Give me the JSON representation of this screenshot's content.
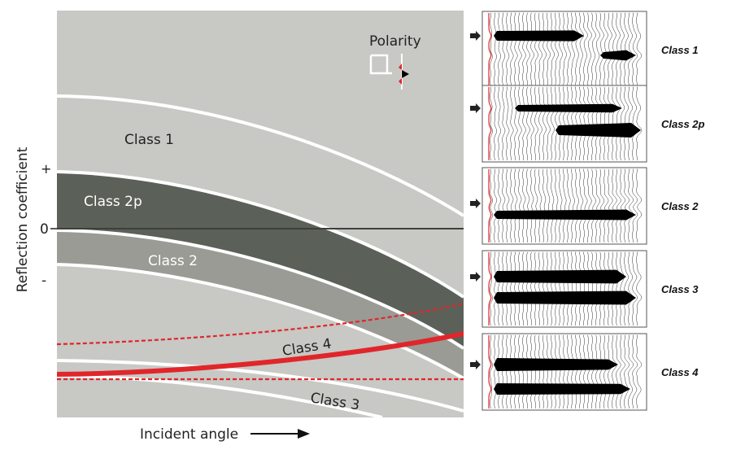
{
  "diagram": {
    "polarity_label": "Polarity",
    "class_labels": {
      "class1": "Class 1",
      "class2p": "Class 2p",
      "class2": "Class 2",
      "class3": "Class 3",
      "class4": "Class 4"
    },
    "y_axis_label": "Reflection coefficient",
    "y_ticks": {
      "plus": "+",
      "zero": "0",
      "minus": "-"
    },
    "x_axis_label": "Incident angle"
  },
  "seismic_panels": [
    {
      "label": "Class 1",
      "top": "trough",
      "bottom": "peak"
    },
    {
      "label": "Class 2p",
      "top": "trough",
      "bottom": "peak"
    },
    {
      "label": "Class 2",
      "top": "none",
      "bottom": "peak"
    },
    {
      "label": "Class 3",
      "top": "strong",
      "bottom": "strong"
    },
    {
      "label": "Class 4",
      "top": "strong",
      "bottom": "strong"
    }
  ],
  "colors": {
    "panel_bg": "#c8c8c4",
    "class2p_fill": "#5b6158",
    "class2_fill": "#9a9b95",
    "class4_line": "#e0262b",
    "curve_white": "#ffffff"
  }
}
